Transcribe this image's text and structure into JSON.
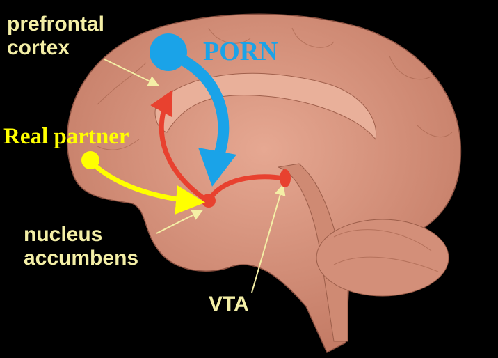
{
  "labels": {
    "prefrontal_cortex_line1": "prefrontal",
    "prefrontal_cortex_line2": "cortex",
    "porn": "PORN",
    "real_partner": "Real partner",
    "nucleus_accumbens_line1": "nucleus",
    "nucleus_accumbens_line2": "accumbens",
    "vta": "VTA"
  },
  "colors": {
    "background": "#000000",
    "brain": "#d9957f",
    "label": "#f4efa6",
    "porn_pathway": "#1aa3e8",
    "reward_pathway": "#e8412f",
    "real_partner_pathway": "#ffff00"
  }
}
